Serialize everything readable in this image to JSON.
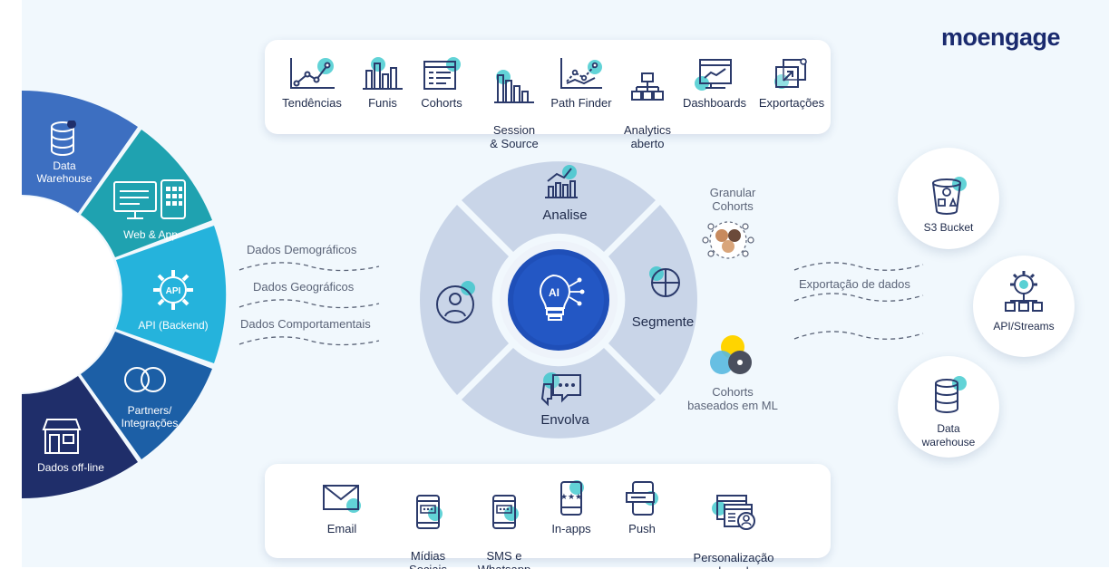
{
  "brand": {
    "logo": "moengage",
    "accent": "#2ec4c9",
    "primary": "#1a2a6e"
  },
  "analytics_tools": [
    {
      "label": "Tendências",
      "icon": "trend-line-icon"
    },
    {
      "label": "Funis",
      "icon": "funnel-bars-icon"
    },
    {
      "label": "Cohorts",
      "icon": "cohort-table-icon"
    },
    {
      "label": "Session\n& Source",
      "icon": "session-bars-icon"
    },
    {
      "label": "Path Finder",
      "icon": "path-finder-icon"
    },
    {
      "label": "Analytics\naberto",
      "icon": "hierarchy-icon"
    },
    {
      "label": "Dashboards",
      "icon": "dashboard-icon"
    },
    {
      "label": "Exportações",
      "icon": "export-icon"
    }
  ],
  "engagement_channels": [
    {
      "label": "Email",
      "icon": "email-icon"
    },
    {
      "label": "Mídias\nSociais",
      "icon": "social-media-icon"
    },
    {
      "label": "SMS e\nWhatsapp",
      "icon": "sms-whatsapp-icon"
    },
    {
      "label": "In-apps",
      "icon": "in-app-icon"
    },
    {
      "label": "Push",
      "icon": "push-icon"
    },
    {
      "label": "Personalização\nda web",
      "icon": "web-personalization-icon"
    }
  ],
  "data_sources": [
    {
      "label": "Data\nWarehouse",
      "icon": "database-icon",
      "color": "#3d6fc1"
    },
    {
      "label": "Web & App",
      "icon": "web-app-icon",
      "color": "#22a3b8"
    },
    {
      "label": "API (Backend)",
      "icon": "api-gear-icon",
      "color": "#27b5dd"
    },
    {
      "label": "Partners/\nIntegrações",
      "icon": "partners-icon",
      "color": "#1c5fa6"
    },
    {
      "label": "Dados off-line",
      "icon": "store-icon",
      "color": "#1f2e6a"
    }
  ],
  "data_types": [
    "Dados Demográficos",
    "Dados Geográficos",
    "Dados Comportamentais"
  ],
  "wheel": {
    "center_icon": "ai-bulb-icon",
    "segments": [
      {
        "label": "Analise",
        "icon": "analytics-chart-icon"
      },
      {
        "label": "Segmente",
        "icon": "pie-segment-icon"
      },
      {
        "label": "Envolva",
        "icon": "chat-bubbles-icon"
      },
      {
        "label": "",
        "icon": "user-profile-icon"
      }
    ]
  },
  "cohort_types": [
    "Granular\nCohorts",
    "Cohorts\nbaseados em ML"
  ],
  "export_label": "Exportação de dados",
  "export_targets": [
    {
      "label": "S3 Bucket",
      "icon": "bucket-icon"
    },
    {
      "label": "API/Streams",
      "icon": "api-streams-icon"
    },
    {
      "label": "Data\nwarehouse",
      "icon": "database-icon"
    }
  ]
}
